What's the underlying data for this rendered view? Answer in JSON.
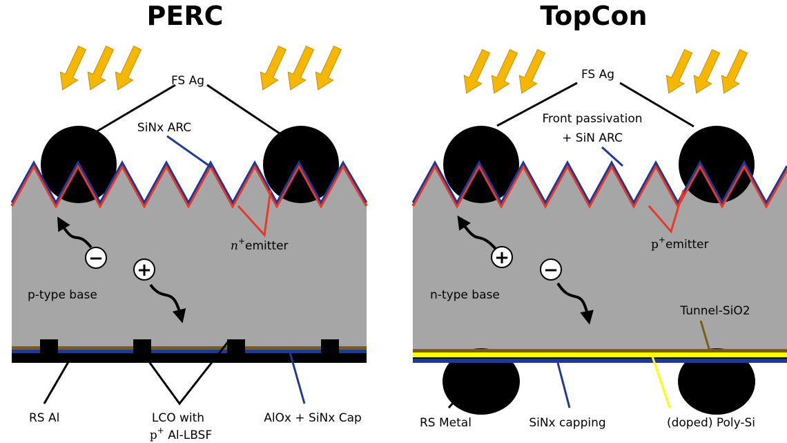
{
  "perc": {
    "title": "PERC",
    "front_contact": "FS Ag",
    "arc": "SiNx ARC",
    "emitter_sup": "n",
    "emitter": "emitter",
    "base": "p-type base",
    "carrier_1": "−",
    "carrier_2": "+",
    "rear_contact": "RS Al",
    "lco_1": "LCO with",
    "lco_2_prefix": "p",
    "lco_2": " Al-LBSF",
    "passivation": "AlOx + SiNx Cap"
  },
  "topcon": {
    "title": "TopCon",
    "front_contact": "FS Ag",
    "arc_1": "Front passivation",
    "arc_2": "+ SiN ARC",
    "emitter_prefix": "p",
    "emitter": "emitter",
    "base": "n-type base",
    "carrier_1": "+",
    "carrier_2": "−",
    "oxide": "Tunnel-SiO2",
    "rear_contact": "RS Metal",
    "capping": "SiNx capping",
    "poly": "(doped) Poly-Si"
  },
  "colors": {
    "silicon": "#a6a6a6",
    "emitter_line": "#e8382a",
    "arc_line": "#1f3a93",
    "sun_arrow": "#f5b700",
    "metal": "#000000",
    "oxide": "#7a5c14",
    "poly": "#ffff00"
  },
  "icons": {
    "sun": "sunlight-arrow-icon",
    "carrier_path": "curly-arrow-icon"
  }
}
